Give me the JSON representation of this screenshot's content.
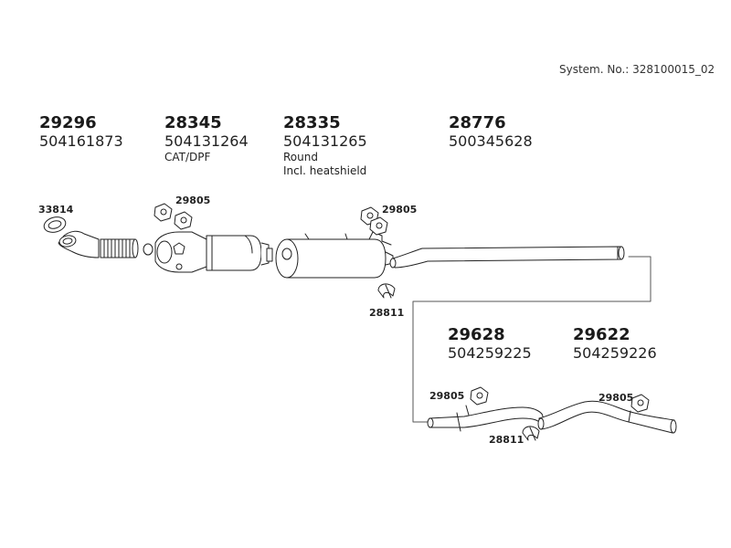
{
  "system_number": "System. No.: 328100015_02",
  "parts": [
    {
      "num": "29296",
      "oem": "504161873"
    },
    {
      "num": "28345",
      "oem": "504131264",
      "note1": "CAT/DPF"
    },
    {
      "num": "28335",
      "oem": "504131265",
      "note1": "Round",
      "note2": "Incl. heatshield"
    },
    {
      "num": "28776",
      "oem": "500345628"
    },
    {
      "num": "29628",
      "oem": "504259225"
    },
    {
      "num": "29622",
      "oem": "504259226"
    }
  ],
  "small_labels": {
    "gasket": "33814",
    "rubber_1": "29805",
    "rubber_2": "29805",
    "clamp_1": "28811",
    "rubber_3": "29805",
    "clamp_2": "28811",
    "rubber_4": "29805"
  }
}
